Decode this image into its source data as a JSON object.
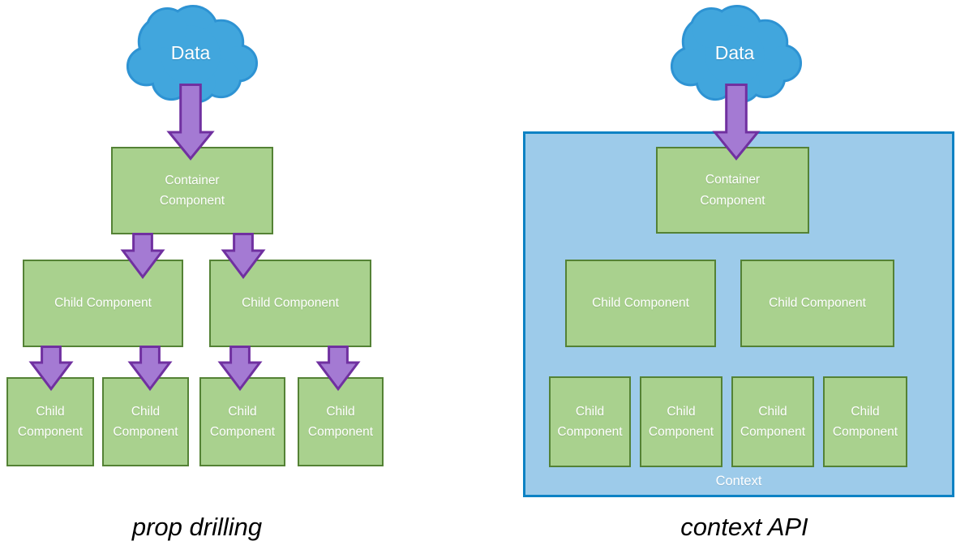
{
  "palette": {
    "cloud_fill": "#41A6DD",
    "cloud_border": "#2E93D3",
    "box_fill": "#A9D18E",
    "box_border": "#548235",
    "arrow_fill": "#A47AD3",
    "arrow_border": "#7030A0",
    "context_fill": "#9DCBEA",
    "context_border": "#0D82C4",
    "label_color": "#FFFFFF",
    "caption_color": "#000000"
  },
  "left": {
    "cloud_label": "Data",
    "container_label": "Container Component",
    "children_mid": [
      "Child Component",
      "Child Component"
    ],
    "children_leaf": [
      "Child Component",
      "Child Component",
      "Child Component",
      "Child Component"
    ],
    "caption": "prop drilling"
  },
  "right": {
    "cloud_label": "Data",
    "container_label": "Container Component",
    "children_mid": [
      "Child Component",
      "Child Component"
    ],
    "children_leaf": [
      "Child Component",
      "Child Component",
      "Child Component",
      "Child Component"
    ],
    "context_label": "Context",
    "caption": "context API"
  }
}
